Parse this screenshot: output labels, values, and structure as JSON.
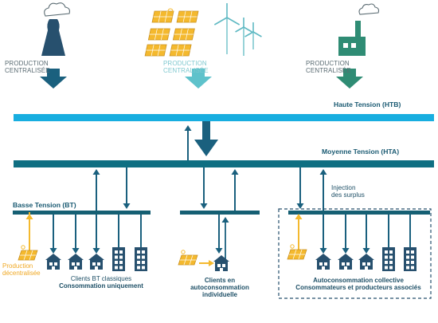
{
  "colors": {
    "htb_line": "#18aee0",
    "hta_line": "#0f6f82",
    "bt_line": "#155f73",
    "arrow_dark": "#1a607e",
    "arrow_light": "#5ec2cb",
    "arrow_green": "#2f8c74",
    "accent_yellow": "#f4b92e",
    "plant_navy": "#27506e",
    "label_gray": "#5a6b72"
  },
  "production": [
    {
      "label": "PRODUCTION CENTRALISÉE",
      "icon": "power-plant-icon",
      "color": "#5a6b72"
    },
    {
      "label": "PRODUCTION CENTRALISÉE",
      "icon": "solar-wind-icon",
      "color": "#7fc8cf"
    },
    {
      "label": "PRODUCTION CENTRALISÉE",
      "icon": "factory-icon",
      "color": "#5a6b72"
    }
  ],
  "lines": {
    "htb": "Haute Tension (HTB)",
    "hta": "Moyenne Tension (HTA)",
    "bt": "Basse Tension (BT)"
  },
  "labels": {
    "injection": "Injection\ndes surplus",
    "decentralized": "Production\ndécentralisée",
    "clients_bt_1": "Clients BT classiques",
    "clients_bt_2": "Consommation uniquement",
    "self_1": "Clients en",
    "self_2": "autoconsommation",
    "self_3": "individuelle",
    "collective_1": "Autoconsommation collective",
    "collective_2": "Consommateurs et producteurs associés"
  }
}
